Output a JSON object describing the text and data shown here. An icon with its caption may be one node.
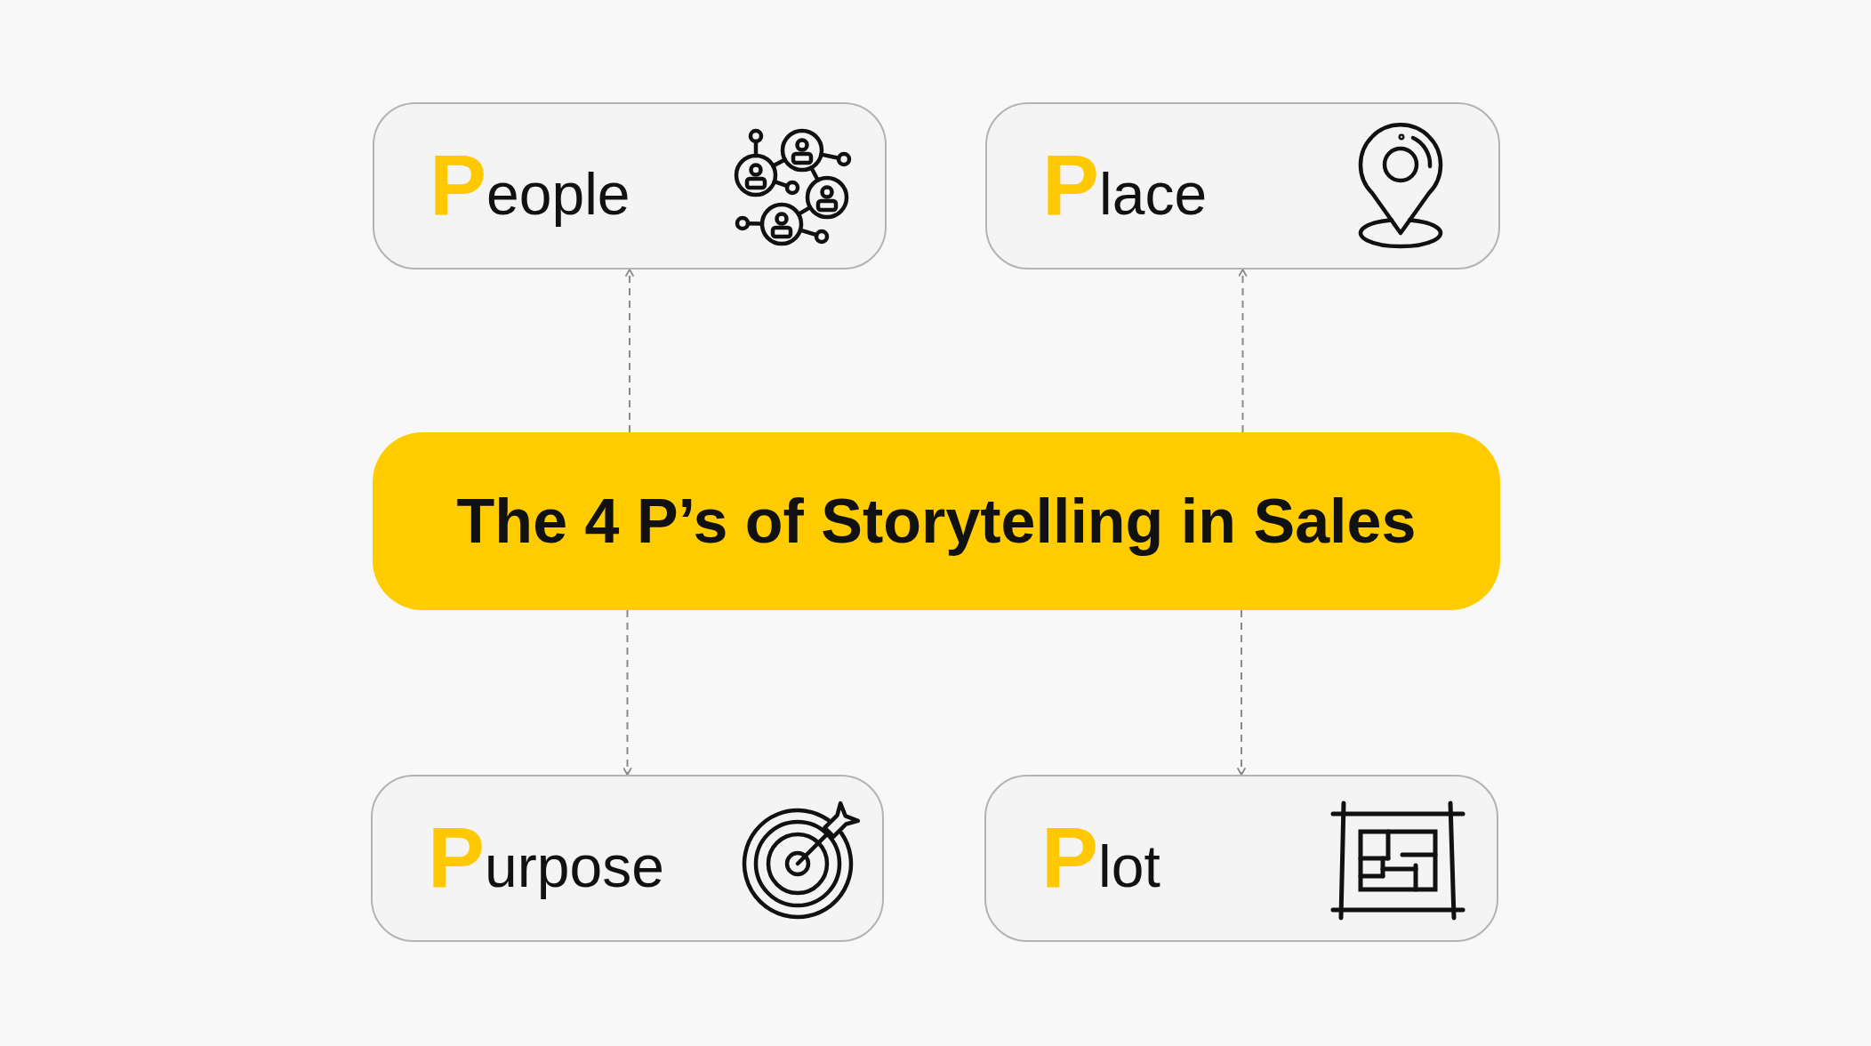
{
  "diagram": {
    "nodes": [
      {
        "text": [
          "**P**eople"
        ]
      },
      {
        "text": [
          "**P**lace"
        ]
      },
      {
        "text": [
          "The 4 P’s of Storytelling in Sales"
        ]
      },
      {
        "text": [
          "**P**urpose"
        ]
      },
      {
        "text": [
          "**P**lot"
        ]
      }
    ],
    "edges": [
      {
        "from": 2,
        "to": 0,
        "arrow": "to",
        "style": "dashed"
      },
      {
        "from": 2,
        "to": 1,
        "arrow": "to",
        "style": "dashed"
      },
      {
        "from": 2,
        "to": 3,
        "arrow": "to",
        "style": "dashed"
      },
      {
        "from": 2,
        "to": 4,
        "arrow": "to",
        "style": "dashed"
      }
    ]
  }
}
